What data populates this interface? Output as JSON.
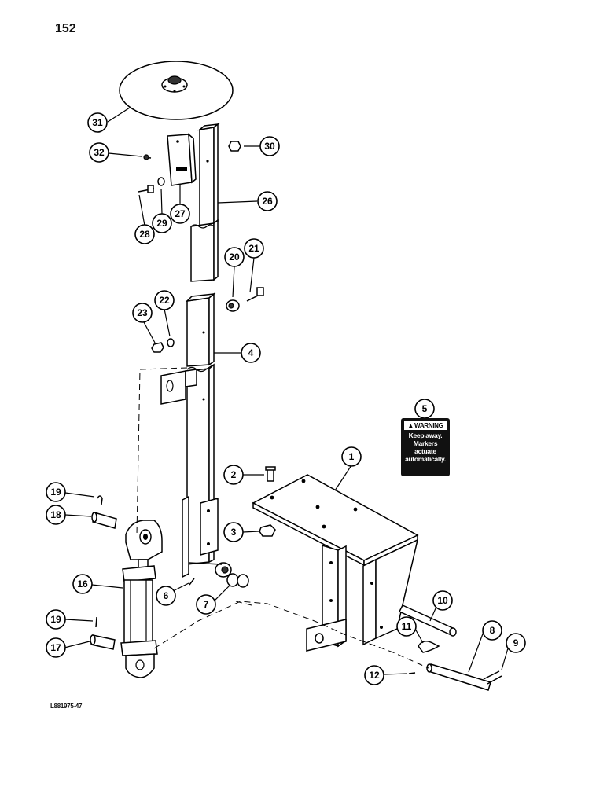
{
  "page": {
    "number": "152",
    "doc_code": "L881975-47"
  },
  "warning_decal": {
    "header": "WARNING",
    "lines": [
      "Keep away.",
      "Markers",
      "actuate",
      "automatically."
    ]
  },
  "callouts": {
    "c1": "1",
    "c2": "2",
    "c3": "3",
    "c4": "4",
    "c5": "5",
    "c6": "6",
    "c7": "7",
    "c8": "8",
    "c9": "9",
    "c10": "10",
    "c11": "11",
    "c12": "12",
    "c16": "16",
    "c17": "17",
    "c18": "18",
    "c19a": "19",
    "c19b": "19",
    "c20": "20",
    "c21": "21",
    "c22": "22",
    "c23": "23",
    "c26": "26",
    "c27": "27",
    "c28": "28",
    "c29": "29",
    "c30": "30",
    "c31": "31",
    "c32": "32"
  }
}
